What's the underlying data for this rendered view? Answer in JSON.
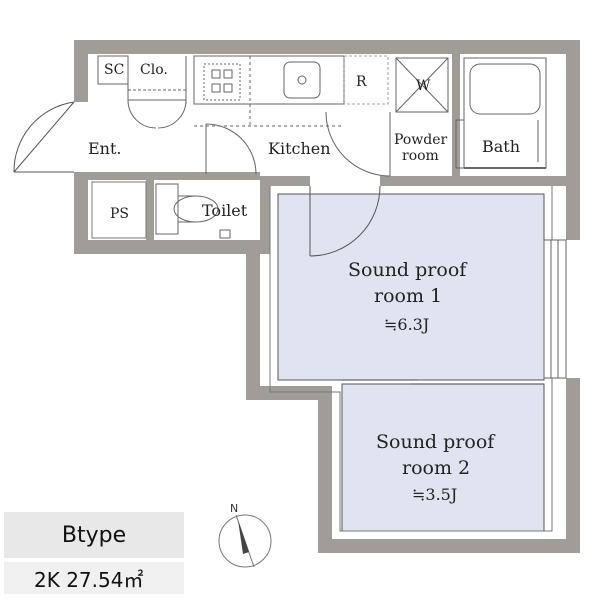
{
  "rooms": {
    "sc": "SC",
    "closet": "Clo.",
    "refrigerator": "R",
    "washer": "W",
    "entrance": "Ent.",
    "kitchen": "Kitchen",
    "powder_room_line1": "Powder",
    "powder_room_line2": "room",
    "bath": "Bath",
    "pipe_space": "PS",
    "toilet": "Toilet",
    "room1_line1": "Sound proof",
    "room1_line2": "room 1",
    "room1_size": "≒6.3J",
    "room2_line1": "Sound proof",
    "room2_line2": "room 2",
    "room2_size": "≒3.5J"
  },
  "compass": {
    "north": "N"
  },
  "unit_type": {
    "name": "Btype",
    "layout_area": "2K 27.54㎡"
  },
  "colors": {
    "wall": "#a09c97",
    "room_fill": "#dfe4f0",
    "line": "#555555"
  }
}
